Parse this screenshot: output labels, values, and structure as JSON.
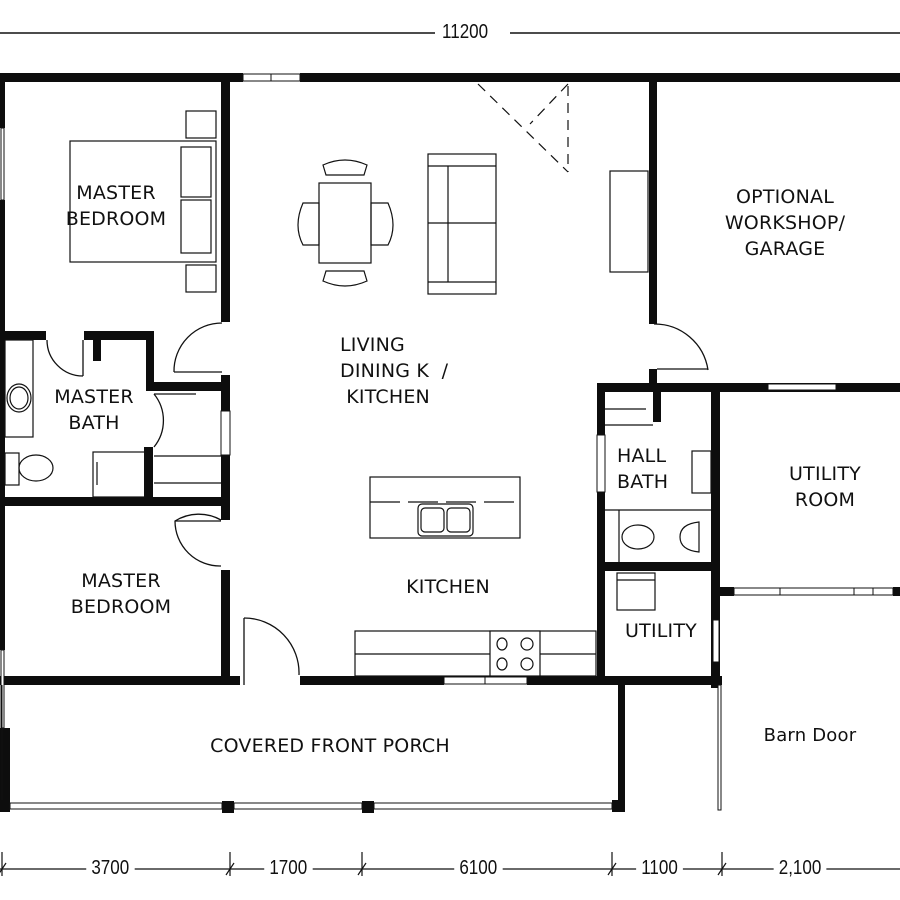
{
  "plan": {
    "overall_dimension": "11200",
    "bottom_dimensions": [
      {
        "label": "3700"
      },
      {
        "label": "1700"
      },
      {
        "label": "6100"
      },
      {
        "label": "1100"
      },
      {
        "label": "2,100"
      }
    ],
    "rooms": {
      "master_bedroom_1": "MASTER\nBEDROOM",
      "living": "LIVING\nDINING K  /\n KITCHEN",
      "workshop": "OPTIONAL\nWORKSHOP/\nGARAGE",
      "master_bath": "MASTER\nBATH",
      "hall_bath": "HALL\nBATH",
      "utility_room": "UTILITY\nROOM",
      "master_bedroom_2": "MASTER\nBEDROOM",
      "kitchen": "KITCHEN",
      "utility": "UTILITY",
      "porch": "COVERED FRONT PORCH",
      "barn_door": "Barn Door"
    },
    "colors": {
      "wall": "#0d0d0d",
      "line": "#111111",
      "background": "#ffffff"
    }
  }
}
